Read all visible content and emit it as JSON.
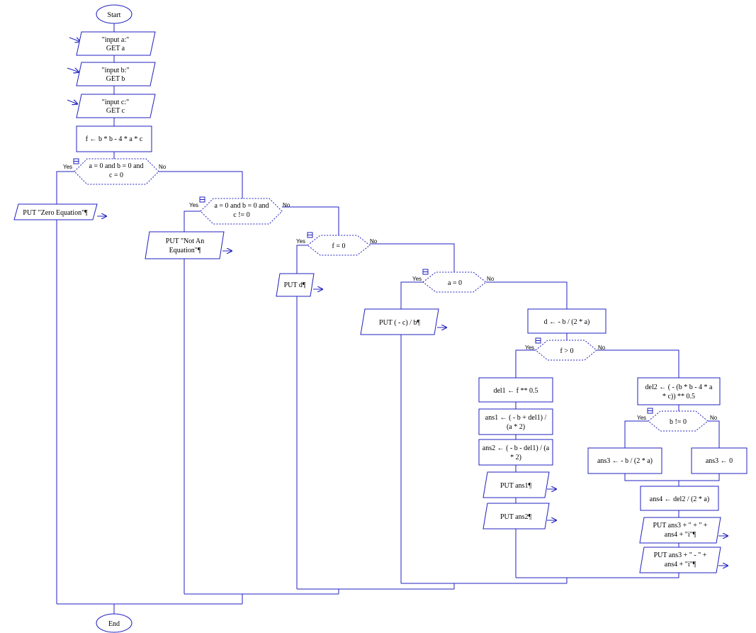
{
  "terminals": {
    "start": "Start",
    "end": "End"
  },
  "inputs": [
    {
      "prompt": "\"input a:\"",
      "get": "GET a"
    },
    {
      "prompt": "\"input b:\"",
      "get": "GET b"
    },
    {
      "prompt": "\"input c:\"",
      "get": "GET c"
    }
  ],
  "assign_f": "f ← b * b - 4 * a * c",
  "dec1": {
    "line1": "a = 0 and b = 0 and",
    "line2": "c = 0",
    "yes": "Yes",
    "no": "No"
  },
  "out_zero": "PUT \"Zero Equation\"¶",
  "dec2": {
    "line1": "a = 0 and b = 0 and",
    "line2": "c != 0",
    "yes": "Yes",
    "no": "No"
  },
  "out_notan": {
    "line1": "PUT \"Not An",
    "line2": "Equation\"¶"
  },
  "dec3": {
    "text": "f = 0",
    "yes": "Yes",
    "no": "No"
  },
  "out_d": "PUT d¶",
  "dec4": {
    "text": "a = 0",
    "yes": "Yes",
    "no": "No"
  },
  "out_cb": "PUT ( - c) / b¶",
  "assign_d": "d ← - b / (2 * a)",
  "dec5": {
    "text": "f > 0",
    "yes": "Yes",
    "no": "No"
  },
  "assign_del1": "del1 ← f ** 0.5",
  "assign_ans1": {
    "line1": "ans1 ← ( - b + del1) /",
    "line2": "(a * 2)"
  },
  "assign_ans2": {
    "line1": "ans2 ← ( - b - del1) / (a",
    "line2": "* 2)"
  },
  "out_ans1": "PUT ans1¶",
  "out_ans2": "PUT ans2¶",
  "assign_del2": {
    "line1": "del2 ← ( - (b * b - 4 * a",
    "line2": "* c)) ** 0.5"
  },
  "dec6": {
    "text": "b != 0",
    "yes": "Yes",
    "no": "No"
  },
  "assign_ans3_yes": "ans3 ← - b / (2 * a)",
  "assign_ans3_no": "ans3 ← 0",
  "assign_ans4": "ans4 ← del2 / (2 * a)",
  "out_plus": {
    "line1": "PUT ans3 + \" + \" +",
    "line2": "ans4 + \"i\"¶"
  },
  "out_minus": {
    "line1": "PUT ans3 + \" - \" +",
    "line2": "ans4 + \"i\"¶"
  },
  "colors": {
    "stroke": "#2020c0",
    "text": "#000000",
    "background": "#ffffff"
  }
}
